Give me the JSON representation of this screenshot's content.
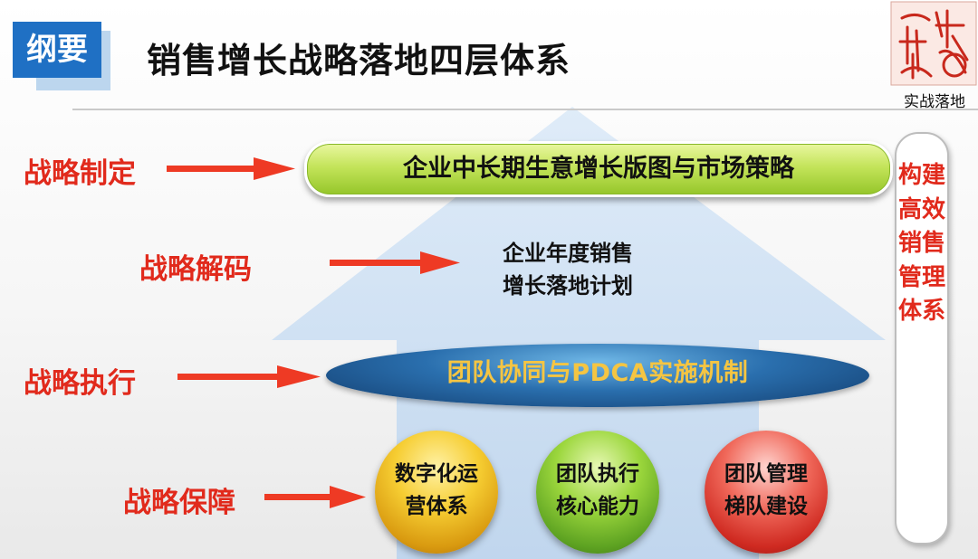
{
  "header": {
    "tag": "纲要",
    "title": "销售增长战略落地四层体系",
    "seal_caption": "实战落地"
  },
  "levels": {
    "strategy_formulation": {
      "label": "战略制定",
      "content": "企业中长期生意增长版图与市场策略"
    },
    "strategy_decoding": {
      "label": "战略解码",
      "content_line1": "企业年度销售",
      "content_line2": "增长落地计划"
    },
    "strategy_execution": {
      "label": "战略执行",
      "content": "团队协同与PDCA实施机制"
    },
    "strategy_support": {
      "label": "战略保障",
      "balls": [
        {
          "line1": "数字化运",
          "line2": "营体系"
        },
        {
          "line1": "团队执行",
          "line2": "核心能力"
        },
        {
          "line1": "团队管理",
          "line2": "梯队建设"
        }
      ]
    }
  },
  "side_panel": {
    "text": "构建高效销售管理体系"
  },
  "colors": {
    "accent_red": "#e12a1c",
    "tag_blue": "#1f70c4",
    "arrow_blue": "#c6dcf3",
    "ellipse_text": "#f5c542"
  }
}
